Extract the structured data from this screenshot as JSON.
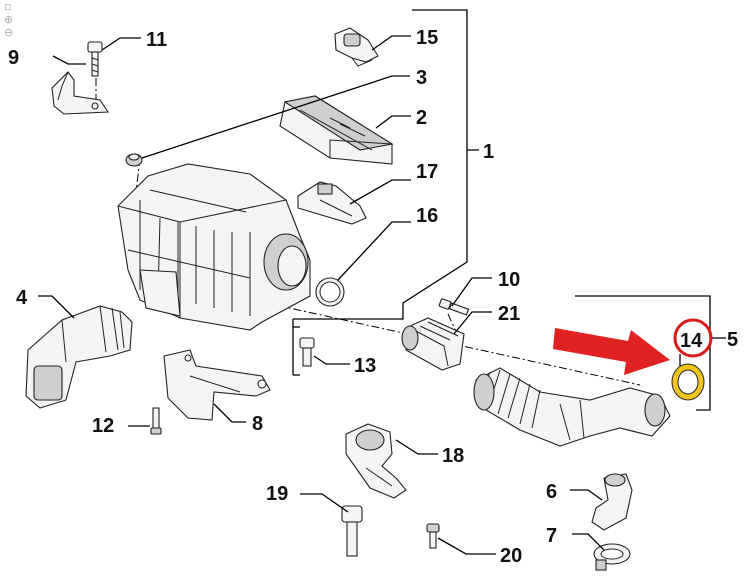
{
  "diagram": {
    "callouts": [
      {
        "id": "c1",
        "label": "1"
      },
      {
        "id": "c2",
        "label": "2"
      },
      {
        "id": "c3",
        "label": "3"
      },
      {
        "id": "c4",
        "label": "4"
      },
      {
        "id": "c5",
        "label": "5"
      },
      {
        "id": "c6",
        "label": "6"
      },
      {
        "id": "c7",
        "label": "7"
      },
      {
        "id": "c8",
        "label": "8"
      },
      {
        "id": "c9",
        "label": "9"
      },
      {
        "id": "c10",
        "label": "10"
      },
      {
        "id": "c11",
        "label": "11"
      },
      {
        "id": "c12",
        "label": "12"
      },
      {
        "id": "c13",
        "label": "13"
      },
      {
        "id": "c14",
        "label": "14"
      },
      {
        "id": "c15",
        "label": "15"
      },
      {
        "id": "c16",
        "label": "16"
      },
      {
        "id": "c17",
        "label": "17"
      },
      {
        "id": "c18",
        "label": "18"
      },
      {
        "id": "c19",
        "label": "19"
      },
      {
        "id": "c20",
        "label": "20"
      },
      {
        "id": "c21",
        "label": "21"
      }
    ],
    "highlight_color": "#d81b1b",
    "gasket_highlight_color": "#f0c419",
    "arrow_color": "#e02222"
  },
  "zoom_controls": [
    "⊕",
    "⊖"
  ]
}
